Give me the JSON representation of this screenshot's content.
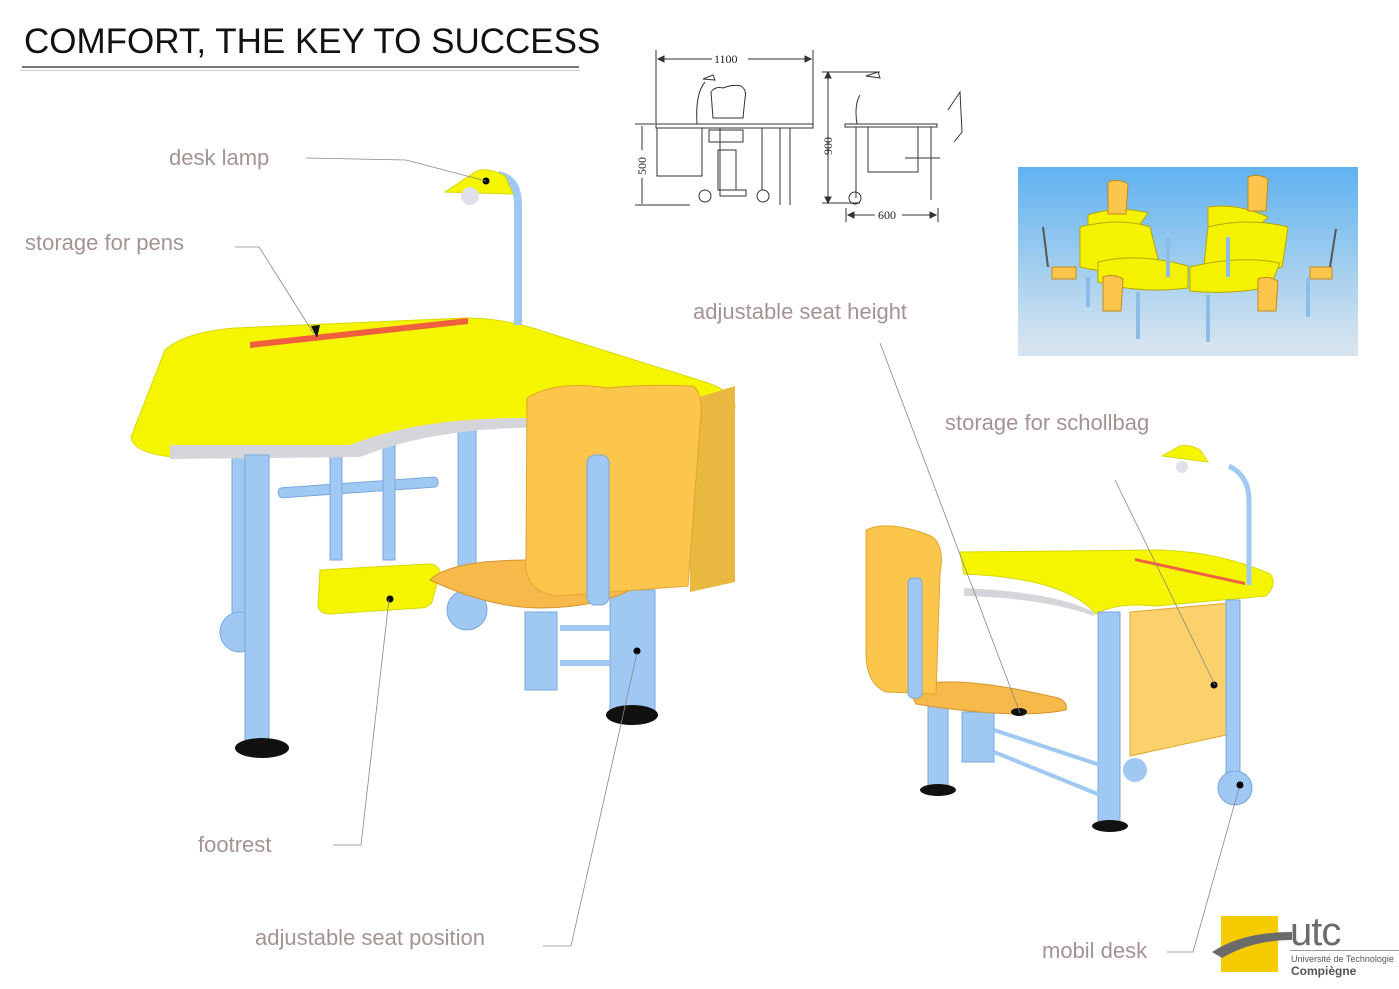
{
  "header": {
    "title": "COMFORT, THE KEY TO SUCCESS"
  },
  "callouts": {
    "desk_lamp": "desk lamp",
    "storage_pens": "storage for pens",
    "seat_height": "adjustable  seat height",
    "storage_schoolbag": "storage for schollbag",
    "footrest": "footrest",
    "seat_position": "adjustable seat position",
    "mobil_desk": "mobil desk"
  },
  "technical_drawing": {
    "front_width": "1100",
    "desk_height": "500",
    "total_height": "900",
    "side_depth": "600"
  },
  "logo": {
    "name": "utc",
    "line1": "Université de Technologie",
    "line2": "Compiègne"
  },
  "colors": {
    "desk_yellow": "#f7f700",
    "chair_orange": "#fcc54c",
    "frame_blue": "#9fc8f3",
    "pen_slot_red": "#f06040",
    "label_gray": "#a49393",
    "logo_yellow": "#f6cc00",
    "inset_sky": "#5fb2ef"
  }
}
